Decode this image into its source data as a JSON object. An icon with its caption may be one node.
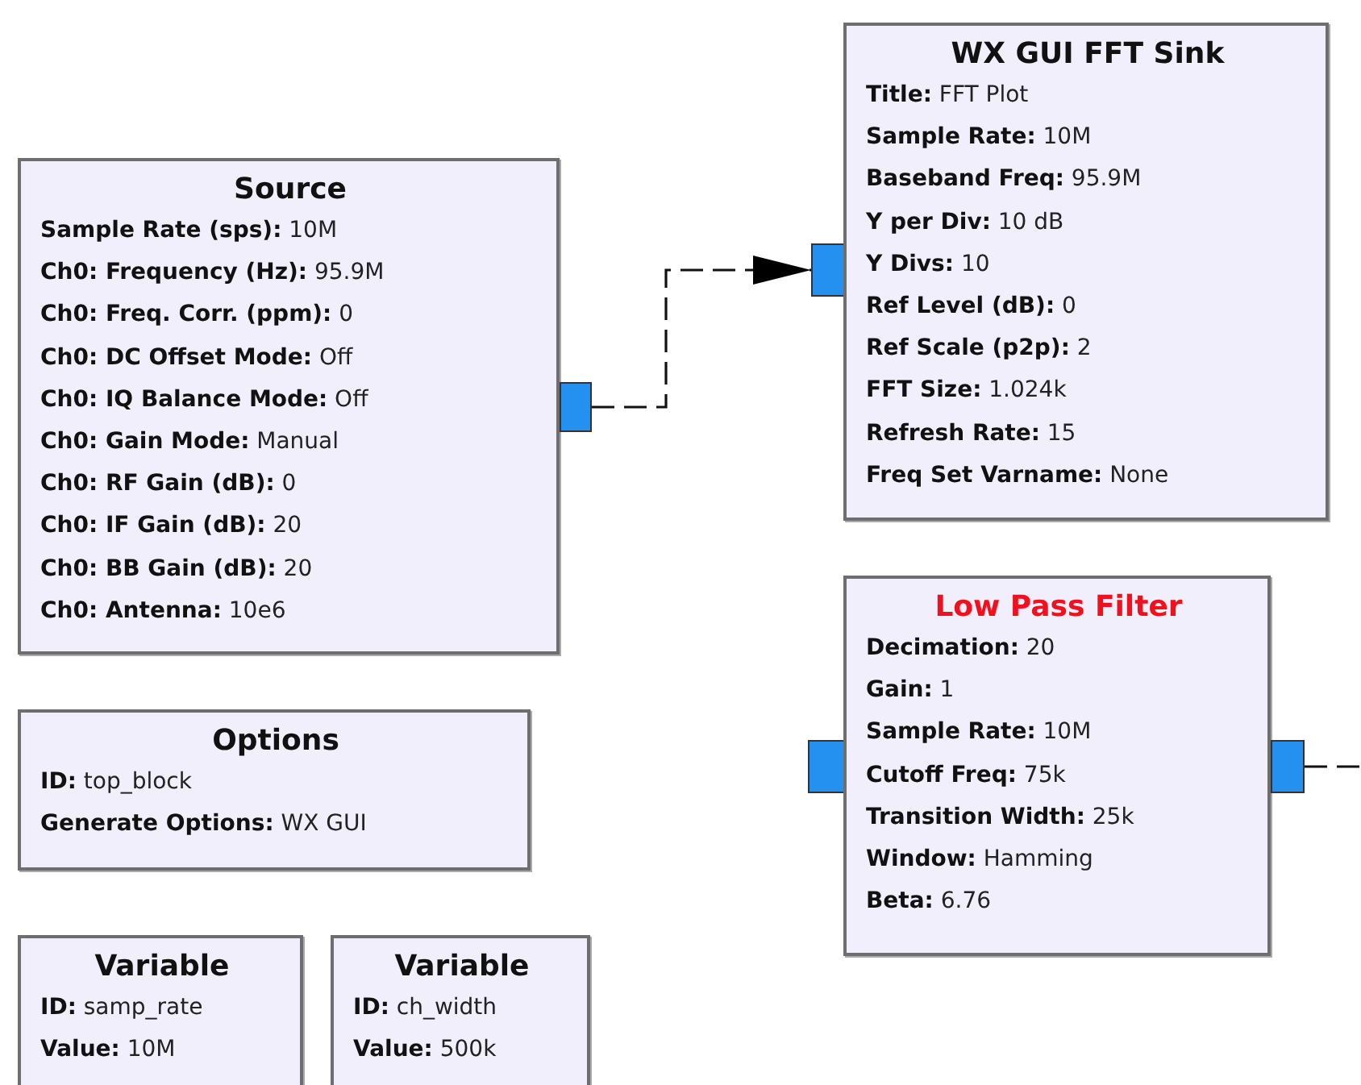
{
  "diagram": {
    "nodes": [
      {
        "text": [
          "Source",
          "**Sample Rate (sps):** 10M",
          "**Ch0: Frequency (Hz):** 95.9M",
          "**Ch0: Freq. Corr. (ppm):** 0",
          "**Ch0: DC Offset Mode:** Off",
          "**Ch0: IQ Balance Mode:** Off",
          "**Ch0: Gain Mode:** Manual",
          "**Ch0: RF Gain (dB):** 0",
          "**Ch0: IF Gain (dB):** 20",
          "**Ch0: BB Gain (dB):** 20",
          "**Ch0: Antenna:** 10e6"
        ]
      },
      {
        "text": [],
        "shape": "box"
      },
      {
        "text": [],
        "shape": "box"
      },
      {
        "text": [
          "WX GUI FFT Sink",
          "**Title:** FFT Plot",
          "**Sample Rate:** 10M",
          "**Baseband Freq:** 95.9M",
          "**Y per Div:** 10 dB",
          "**Y Divs:** 10",
          "**Ref Level (dB):** 0",
          "**Ref Scale (p2p):** 2",
          "**FFT Size:** 1.024k",
          "**Refresh Rate:** 15",
          "**Freq Set Varname:** None"
        ]
      },
      {
        "text": [],
        "shape": "box"
      },
      {
        "text": [
          "Low Pass Filter",
          "**Decimation:** 20",
          "**Gain:** 1",
          "**Sample Rate:** 10M",
          "**Cutoff Freq:** 75k",
          "**Transition Width:** 25k",
          "**Window:** Hamming",
          "**Beta:** 6.76"
        ]
      },
      {
        "text": [],
        "shape": "box"
      },
      {
        "text": [
          "Options",
          "**ID:** top_block",
          "**Generate Options:** WX GUI"
        ]
      },
      {
        "text": [
          "Variable",
          "**ID:** samp_rate",
          "**Value:** 10M"
        ]
      },
      {
        "text": [
          "Variable",
          "**ID:** ch_width",
          "**Value:** 500k"
        ]
      }
    ],
    "edges": [
      {
        "from": 1,
        "to": 2,
        "arrow": "to",
        "style": "dashed"
      },
      {
        "from": 6,
        "to": null,
        "arrow": "none",
        "style": "dashed"
      }
    ]
  }
}
